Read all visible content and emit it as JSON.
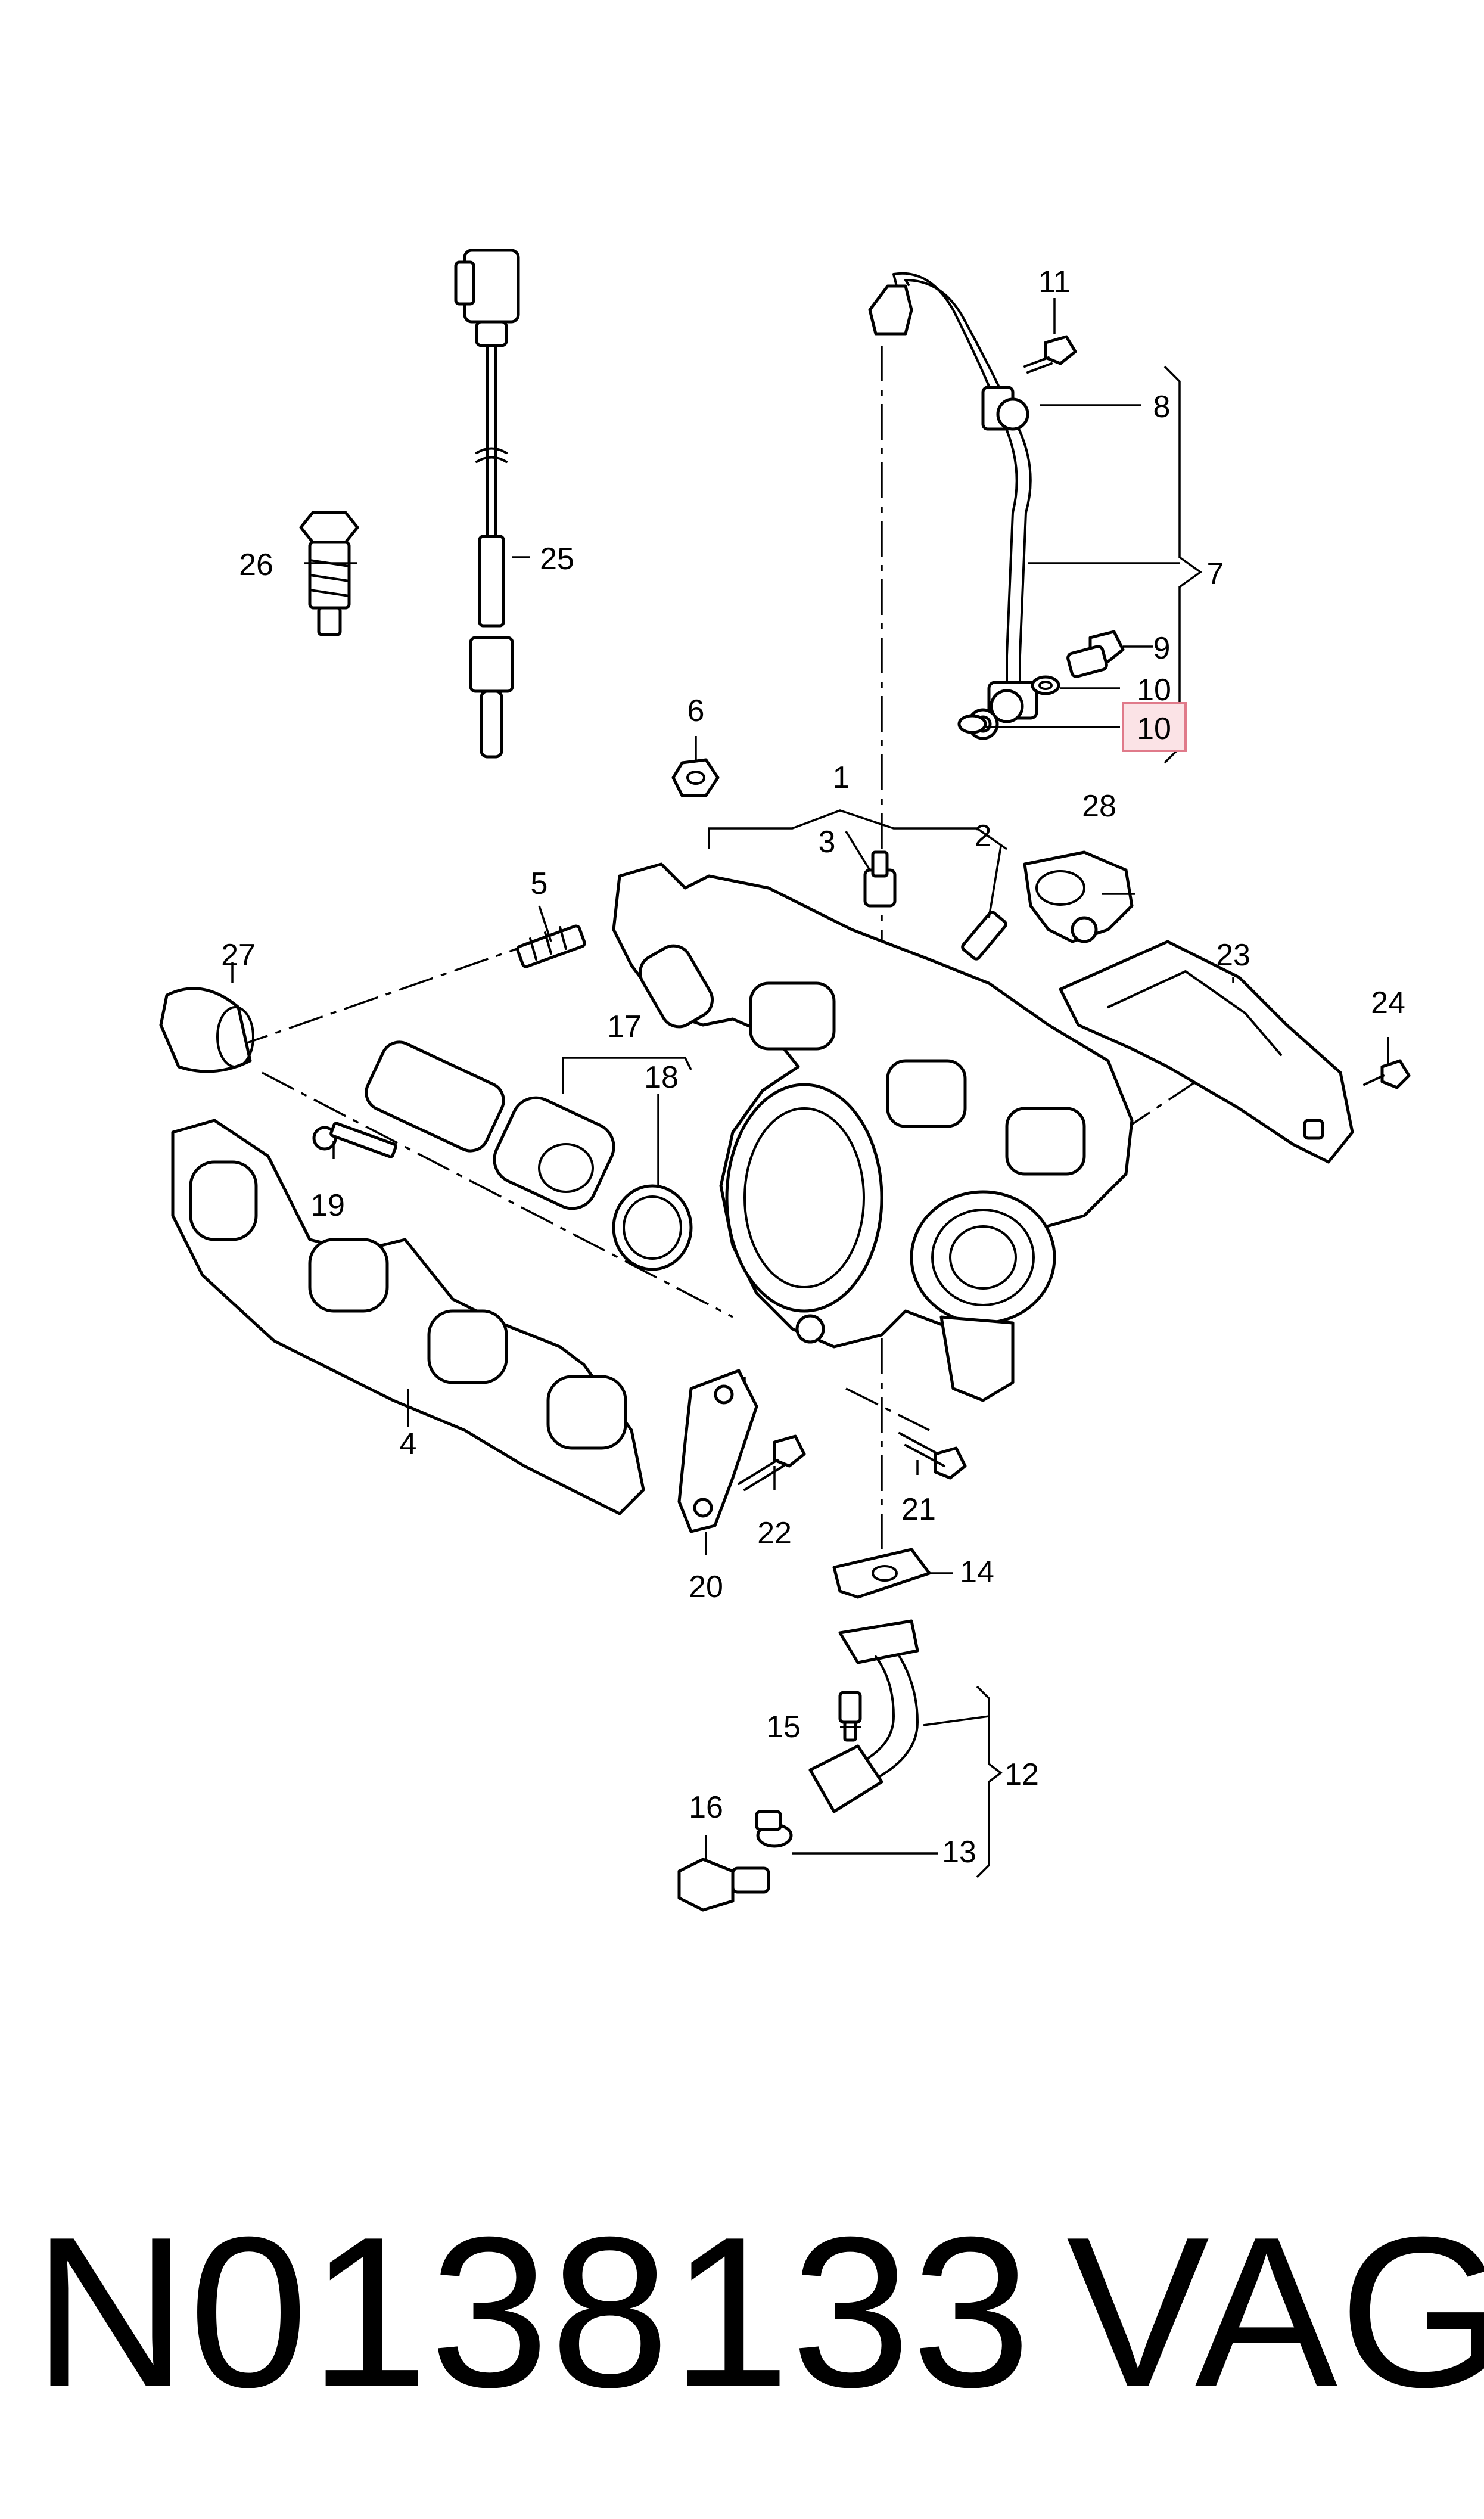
{
  "callouts": {
    "c1": "1",
    "c2": "2",
    "c3": "3",
    "c4": "4",
    "c5": "5",
    "c6": "6",
    "c7": "7",
    "c8": "8",
    "c9": "9",
    "c10a": "10",
    "c10b": "10",
    "c11": "11",
    "c12": "12",
    "c13": "13",
    "c14": "14",
    "c15": "15",
    "c16": "16",
    "c17": "17",
    "c18": "18",
    "c19": "19",
    "c20": "20",
    "c21": "21",
    "c22": "22",
    "c23": "23",
    "c24": "24",
    "c25": "25",
    "c26": "26",
    "c27": "27",
    "c28": "28"
  },
  "highlight": {
    "callout": "10",
    "color": "#fbe3e6",
    "border_color": "#e07a8a"
  },
  "footer": {
    "part_number": "N0138133",
    "brand": "VAG"
  }
}
